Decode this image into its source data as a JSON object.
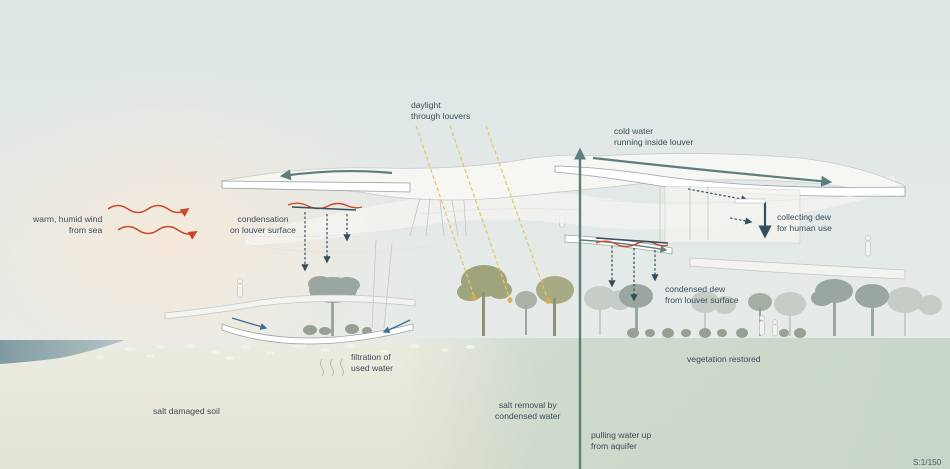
{
  "labels": {
    "daylight": "daylight\nthrough louvers",
    "cold_water": "cold water\nrunning inside louver",
    "wind": "warm, humid wind\nfrom sea",
    "condensation": "condensation\non louver surface",
    "collecting_dew": "collecting dew\nfor human use",
    "condensed_dew": "condensed dew\nfrom louver surface",
    "filtration": "filtration of\nused water",
    "vegetation": "vegetation restored",
    "salt_soil": "salt damaged soil",
    "salt_removal": "salt removal by\ncondensed water",
    "pulling_water": "pulling water up\nfrom aquifer",
    "scale": "S:1/150"
  },
  "colors": {
    "sky_top": "#dde6e6",
    "glow": "#f5e9db",
    "ground": "#e3e3d4",
    "restored_ground": "#c8d6c9",
    "sea": "#7f9ba2",
    "canopy": "#f6f6f3",
    "flow_arrow": "#5d7f7b",
    "dew_arrow": "#34505e",
    "wind_arrow": "#c9482a",
    "condensation_wave": "#c9482a",
    "daylight_ray": "#e8c75e",
    "tree": "#9aa6a0",
    "tree_foreground": "#a0a47c",
    "text": "#3a4d58"
  }
}
